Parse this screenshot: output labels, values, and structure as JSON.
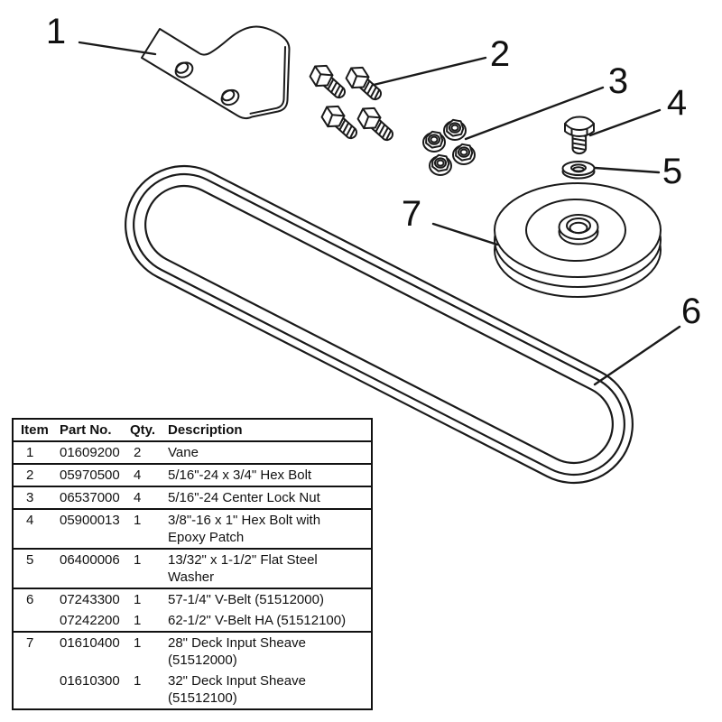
{
  "colors": {
    "ink": "#1a1a1a",
    "background": "#ffffff"
  },
  "diagram": {
    "callouts": [
      "1",
      "2",
      "3",
      "4",
      "5",
      "6",
      "7"
    ],
    "parts": [
      "vane",
      "hex-bolts",
      "center-lock-nuts",
      "hex-bolt-epoxy",
      "flat-steel-washer",
      "v-belt",
      "deck-input-sheave"
    ]
  },
  "table": {
    "headers": [
      "Item",
      "Part No.",
      "Qty.",
      "Description"
    ],
    "rows": [
      {
        "item": "1",
        "part": "01609200",
        "qty": "2",
        "desc": "Vane"
      },
      {
        "item": "2",
        "part": "05970500",
        "qty": "4",
        "desc": "5/16\"-24 x 3/4\" Hex Bolt"
      },
      {
        "item": "3",
        "part": "06537000",
        "qty": "4",
        "desc": "5/16\"-24 Center Lock Nut"
      },
      {
        "item": "4",
        "part": "05900013",
        "qty": "1",
        "desc": "3/8\"-16 x 1\" Hex Bolt with\nEpoxy Patch"
      },
      {
        "item": "5",
        "part": "06400006",
        "qty": "1",
        "desc": "13/32\" x 1-1/2\" Flat Steel\nWasher"
      },
      {
        "item": "6",
        "part": "07243300",
        "qty": "1",
        "desc": "57-1/4\" V-Belt (51512000)"
      },
      {
        "item": "",
        "part": "07242200",
        "qty": "1",
        "desc": "62-1/2\" V-Belt HA (51512100)"
      },
      {
        "item": "7",
        "part": "01610400",
        "qty": "1",
        "desc": "28\" Deck Input Sheave\n(51512000)"
      },
      {
        "item": "",
        "part": "01610300",
        "qty": "1",
        "desc": "32\" Deck Input Sheave\n(51512100)"
      }
    ]
  }
}
